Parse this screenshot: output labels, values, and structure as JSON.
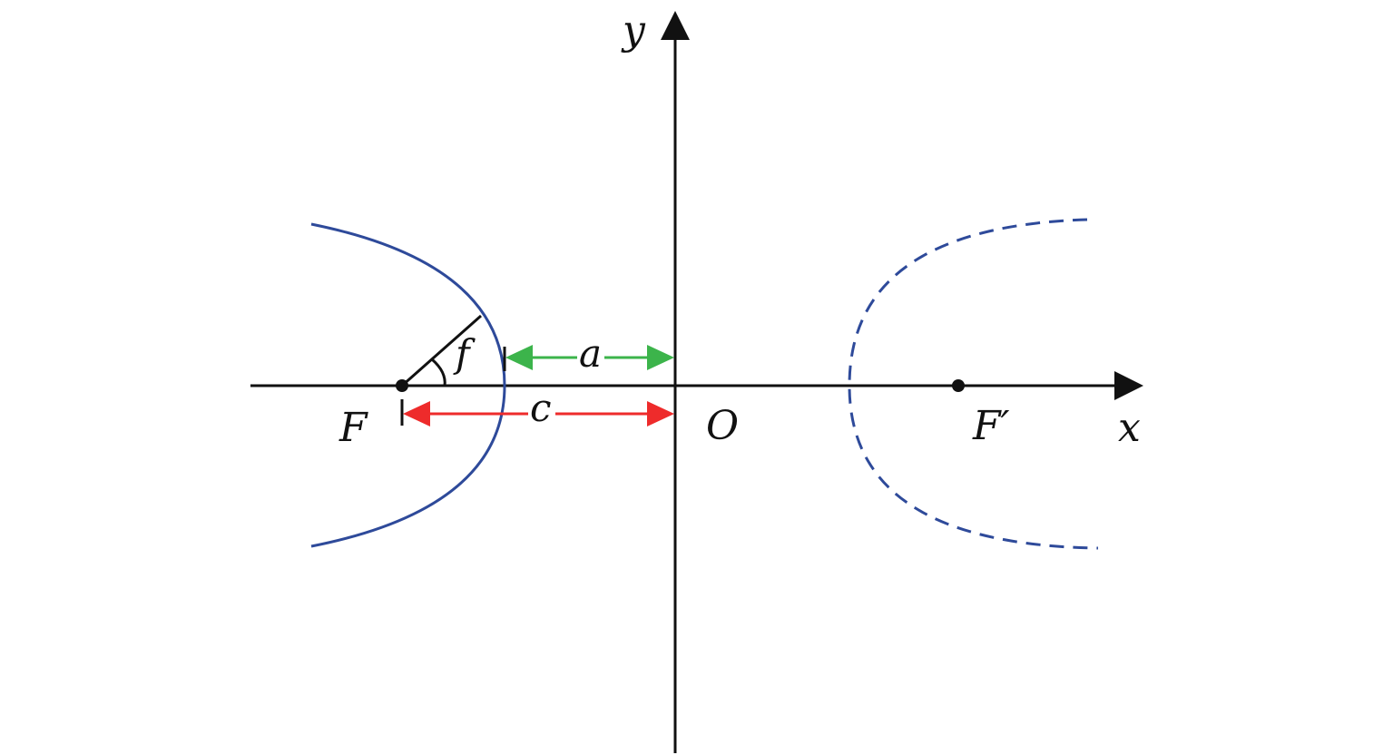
{
  "labels": {
    "y_axis": "y",
    "x_axis": "x",
    "origin": "O",
    "focus_left": "F",
    "focus_right": "F′",
    "semi_axis": "a",
    "focal_distance": "c",
    "angle": "f"
  },
  "colors": {
    "axis": "#111111",
    "curve": "#2e4a9a",
    "arrow_a": "#3cb44b",
    "arrow_c": "#ee2b2b",
    "text": "#111111"
  }
}
